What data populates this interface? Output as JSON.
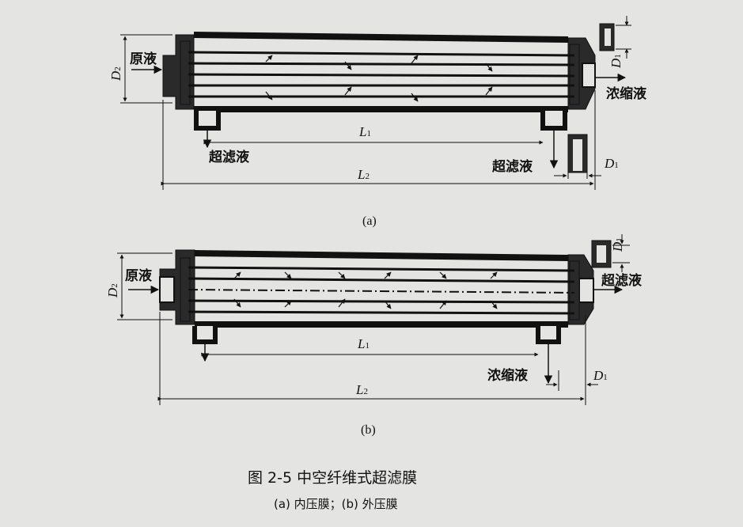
{
  "diagram_a": {
    "inlet": "原液",
    "outlet_right": "浓缩液",
    "outlet_bottom_left": "超滤液",
    "outlet_bottom_right": "超滤液",
    "dim_d2": "D",
    "dim_d2_sub": "2",
    "dim_d1": "D",
    "dim_d1_sub": "1",
    "dim_l1": "L",
    "dim_l1_sub": "1",
    "dim_l2": "L",
    "dim_l2_sub": "2",
    "dim_d1_bottom": "D",
    "dim_d1_bottom_sub": "1",
    "caption": "(a)"
  },
  "diagram_b": {
    "inlet": "原液",
    "outlet_right": "超滤液",
    "outlet_bottom": "浓缩液",
    "dim_d2": "D",
    "dim_d2_sub": "2",
    "dim_d1": "D",
    "dim_d1_sub": "1",
    "dim_l1": "L",
    "dim_l1_sub": "1",
    "dim_l2": "L",
    "dim_l2_sub": "2",
    "dim_d1_bottom": "D",
    "dim_d1_bottom_sub": "1",
    "caption": "(b)"
  },
  "figure": {
    "title": "图 2-5    中空纤维式超滤膜",
    "subtitle": "(a) 内压膜；(b) 外压膜"
  }
}
